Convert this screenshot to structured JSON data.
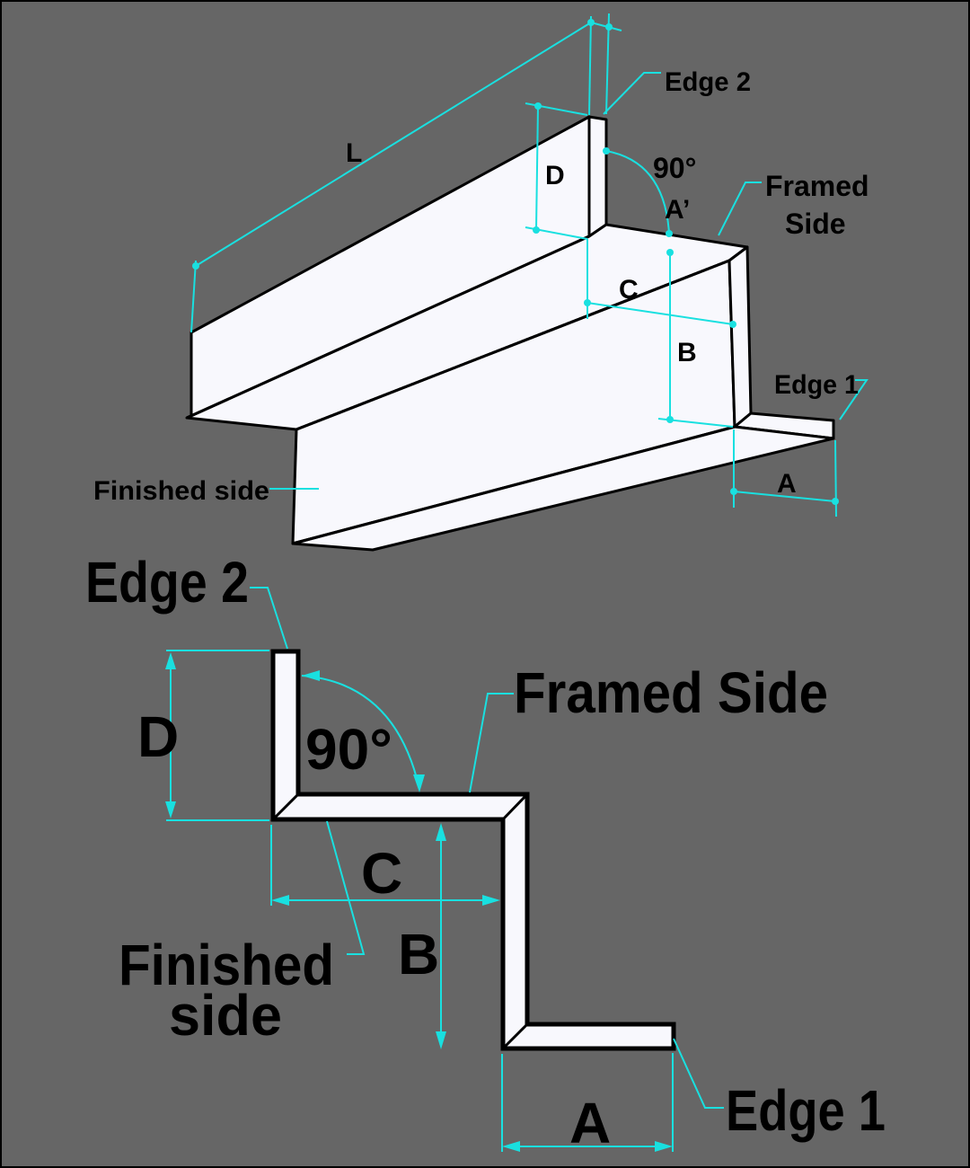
{
  "colors": {
    "background": "#666666",
    "dimension_line": "#19e0e0",
    "part_fill": "#f8f8fd",
    "outline": "#000000",
    "text": "#000000"
  },
  "isometric_view": {
    "labels": {
      "length": "L",
      "edge2": "Edge 2",
      "angle": "90°",
      "angle_name": "A’",
      "framed_side_line1": "Framed",
      "framed_side_line2": "Side",
      "dim_d": "D",
      "dim_c": "C",
      "dim_b": "B",
      "edge1": "Edge 1",
      "dim_a": "A",
      "finished_side": "Finished side"
    }
  },
  "profile_view": {
    "labels": {
      "edge2": "Edge 2",
      "dim_d": "D",
      "angle": "90°",
      "framed_side": "Framed Side",
      "dim_c": "C",
      "finished_side_line1": "Finished",
      "finished_side_line2": "side",
      "dim_b": "B",
      "dim_a": "A",
      "edge1": "Edge 1"
    }
  }
}
